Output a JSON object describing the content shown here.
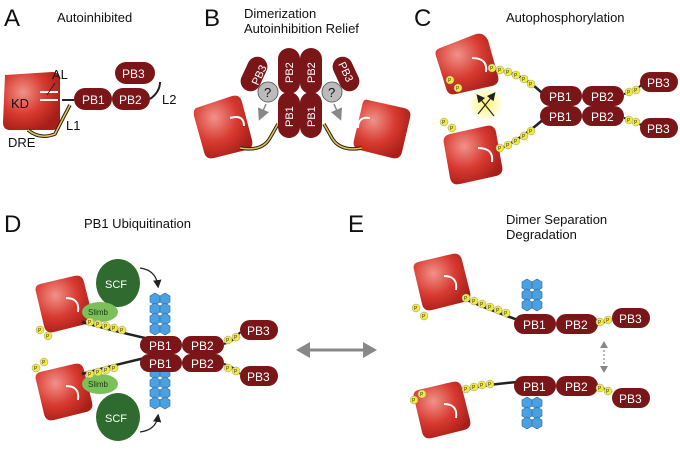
{
  "panels": {
    "A": {
      "letter": "A",
      "title": "Autoinhibited",
      "labels": {
        "kd": "KD",
        "al": "AL",
        "l1": "L1",
        "l2": "L2",
        "dre": "DRE"
      }
    },
    "B": {
      "letter": "B",
      "title_line1": "Dimerization",
      "title_line2": "Autoinhibition Relief"
    },
    "C": {
      "letter": "C",
      "title": "Autophosphorylation"
    },
    "D": {
      "letter": "D",
      "title": "PB1 Ubiquitination"
    },
    "E": {
      "letter": "E",
      "title_line1": "Dimer Separation",
      "title_line2": "Degradation"
    }
  },
  "domains": {
    "pb1": "PB1",
    "pb2": "PB2",
    "pb3": "PB3"
  },
  "phospho_label": "P",
  "question_mark": "?",
  "scf_label": "SCF",
  "slimb_label": "Slimb",
  "colors": {
    "domain": "#7a1518",
    "kinase": "#d83a30",
    "phospho": "#f2ea3a",
    "ubiquitin": "#4aa0e0",
    "scf": "#2f6b2f",
    "slimb": "#7cc05a",
    "arrow": "#888888"
  }
}
